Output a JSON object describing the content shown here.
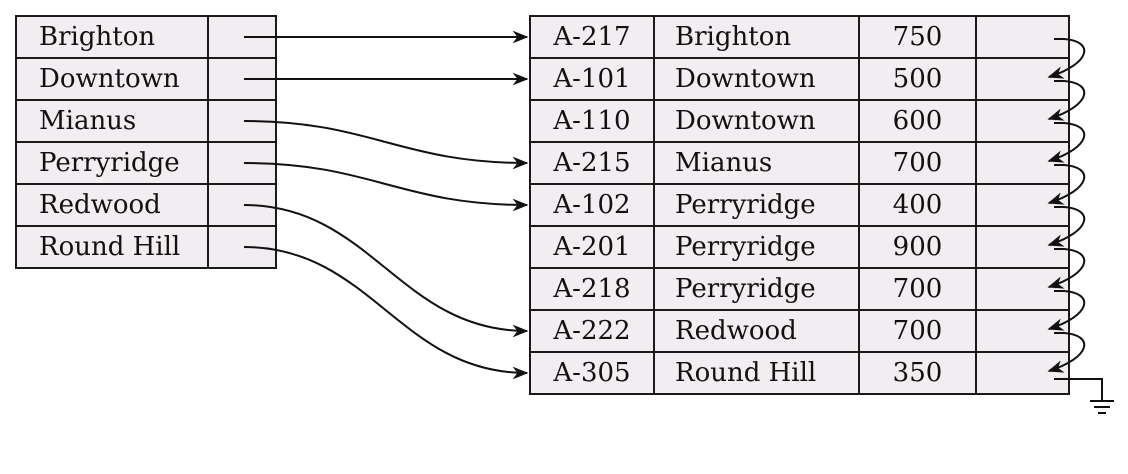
{
  "index": {
    "keys": [
      "Brighton",
      "Downtown",
      "Mianus",
      "Perryridge",
      "Redwood",
      "Round Hill"
    ],
    "targets": [
      0,
      1,
      3,
      4,
      7,
      8
    ]
  },
  "records": [
    {
      "account": "A-217",
      "branch": "Brighton",
      "balance": "750"
    },
    {
      "account": "A-101",
      "branch": "Downtown",
      "balance": "500"
    },
    {
      "account": "A-110",
      "branch": "Downtown",
      "balance": "600"
    },
    {
      "account": "A-215",
      "branch": "Mianus",
      "balance": "700"
    },
    {
      "account": "A-102",
      "branch": "Perryridge",
      "balance": "400"
    },
    {
      "account": "A-201",
      "branch": "Perryridge",
      "balance": "900"
    },
    {
      "account": "A-218",
      "branch": "Perryridge",
      "balance": "700"
    },
    {
      "account": "A-222",
      "branch": "Redwood",
      "balance": "700"
    },
    {
      "account": "A-305",
      "branch": "Round Hill",
      "balance": "350"
    }
  ]
}
